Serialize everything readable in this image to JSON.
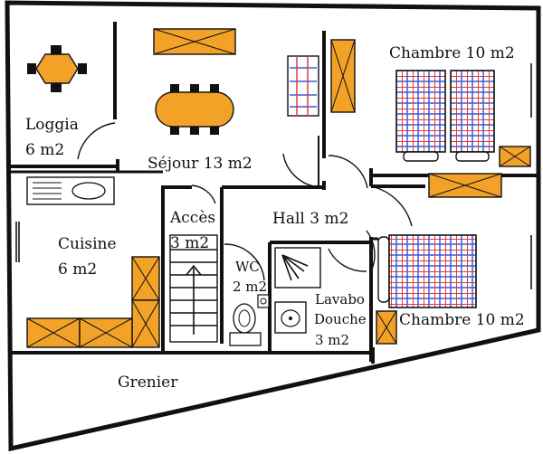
{
  "rooms": {
    "loggia_name": "Loggia",
    "loggia_area": "6 m2",
    "sejour": "Séjour 13 m2",
    "chambre_top": "Chambre 10 m2",
    "cuisine_name": "Cuisine",
    "cuisine_area": "6 m2",
    "acces_name": "Accès",
    "acces_area": "3 m2",
    "hall": "Hall 3 m2",
    "wc_name": "WC",
    "wc_area": "2 m2",
    "lavabo_1": "Lavabo",
    "lavabo_2": "Douche",
    "lavabo_3": "3 m2",
    "chambre_bottom": "Chambre 10 m2",
    "grenier": "Grenier"
  },
  "colors": {
    "wall": "#111111",
    "furniture": "#f2a227",
    "bed_grid_red": "#e23b3b",
    "bed_grid_blue": "#3b5bd6",
    "counter": "#ffffff"
  }
}
